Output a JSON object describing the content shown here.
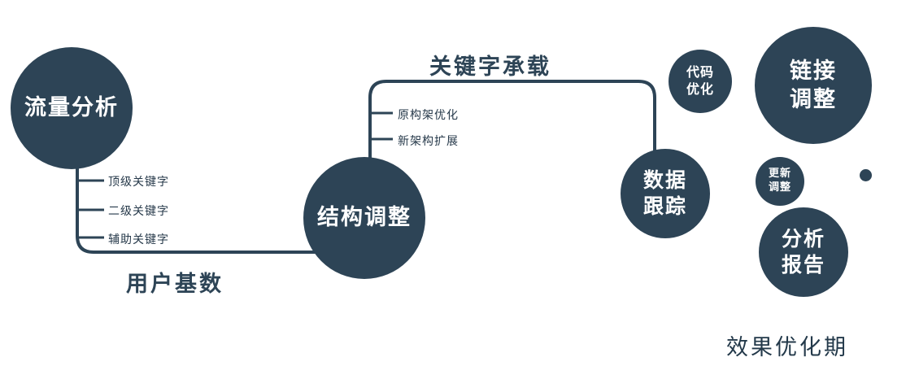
{
  "colors": {
    "node_fill": "#2d4456",
    "node_text": "#ffffff",
    "line": "#2d4456",
    "label_text": "#26394a",
    "background": "#ffffff"
  },
  "nodes": {
    "traffic_analysis": {
      "label": "流量分析"
    },
    "structure_adjust": {
      "label": "结构调整"
    },
    "data_tracking": {
      "lines": [
        "数据",
        "跟踪"
      ]
    },
    "code_optimize": {
      "lines": [
        "代码",
        "优化"
      ]
    },
    "link_adjust": {
      "lines": [
        "链接",
        "调整"
      ]
    },
    "update_adjust": {
      "lines": [
        "更新",
        "调整"
      ]
    },
    "analysis_report": {
      "lines": [
        "分析",
        "报告"
      ]
    }
  },
  "edge_labels": {
    "keyword_carrying": "关键字承载",
    "user_base": "用户基数"
  },
  "branches": {
    "keywords": [
      "顶级关键字",
      "二级关键字",
      "辅助关键字"
    ],
    "architecture": [
      "原构架优化",
      "新架构扩展"
    ]
  },
  "caption": "效果优化期"
}
